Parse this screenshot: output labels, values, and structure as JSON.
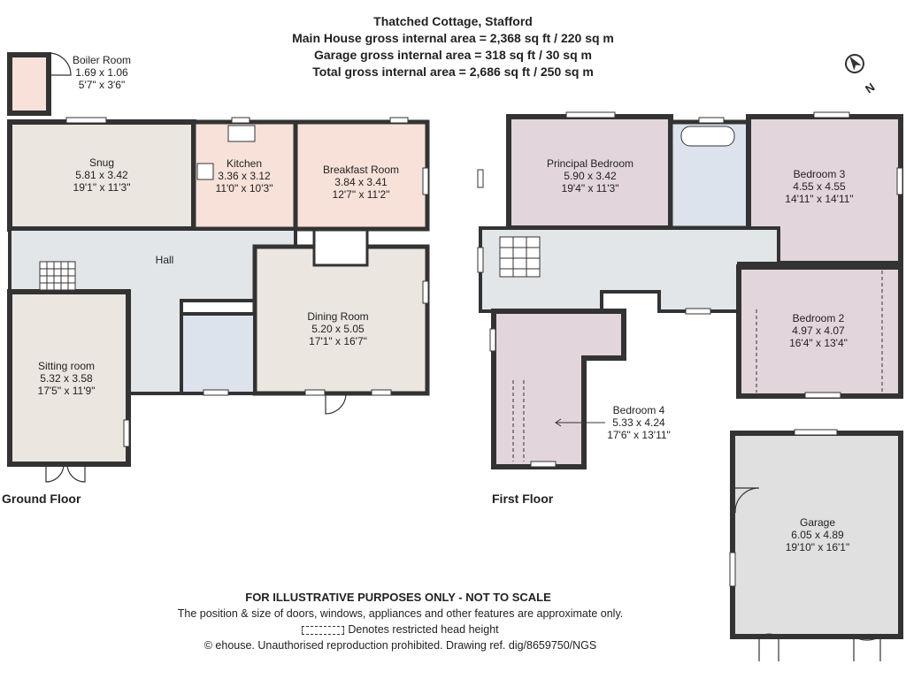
{
  "header": {
    "title": "Thatched Cottage, Stafford",
    "main_house": "Main House gross internal area = 2,368 sq ft / 220 sq m",
    "garage": "Garage gross internal area = 318 sq ft / 30 sq m",
    "total": "Total gross internal area = 2,686 sq ft / 250 sq m"
  },
  "compass": {
    "letter": "N",
    "icon": "north-compass-icon"
  },
  "floors": {
    "ground": "Ground Floor",
    "first": "First Floor"
  },
  "rooms": {
    "boiler": {
      "name": "Boiler Room",
      "metric": "1.69 x 1.06",
      "imperial": "5'7\" x 3'6\""
    },
    "snug": {
      "name": "Snug",
      "metric": "5.81 x 3.42",
      "imperial": "19'1\" x 11'3\""
    },
    "kitchen": {
      "name": "Kitchen",
      "metric": "3.36 x 3.12",
      "imperial": "11'0\" x 10'3\""
    },
    "breakfast": {
      "name": "Breakfast Room",
      "metric": "3.84 x 3.41",
      "imperial": "12'7\" x 11'2\""
    },
    "hall": {
      "name": "Hall"
    },
    "dining": {
      "name": "Dining Room",
      "metric": "5.20 x 5.05",
      "imperial": "17'1\" x 16'7\""
    },
    "sitting": {
      "name": "Sitting room",
      "metric": "5.32 x 3.58",
      "imperial": "17'5\" x 11'9\""
    },
    "principal": {
      "name": "Principal Bedroom",
      "metric": "5.90 x 3.42",
      "imperial": "19'4\" x 11'3\""
    },
    "bedroom3": {
      "name": "Bedroom 3",
      "metric": "4.55 x 4.55",
      "imperial": "14'11\" x 14'11\""
    },
    "bedroom2": {
      "name": "Bedroom 2",
      "metric": "4.97 x 4.07",
      "imperial": "16'4\" x 13'4\""
    },
    "bedroom4": {
      "name": "Bedroom 4",
      "metric": "5.33 x 4.24",
      "imperial": "17'6\" x 13'11\""
    },
    "garage": {
      "name": "Garage",
      "metric": "6.05 x 4.89",
      "imperial": "19'10\" x 16'1\""
    }
  },
  "footer": {
    "disclaimer": "FOR ILLUSTRATIVE PURPOSES ONLY - NOT TO SCALE",
    "position_note": "The position & size of doors, windows, appliances and other features are approximate only.",
    "legend": "Denotes restricted head height",
    "copyright": "© ehouse. Unauthorised reproduction prohibited. Drawing ref. dig/8659750/NGS"
  },
  "colors": {
    "wall": "#333333",
    "room_mauve": "#e3d5dc",
    "room_beige": "#ebe6df",
    "room_peach": "#f7e1d9",
    "room_blue": "#dde3ec",
    "hall_grey": "#e3e6e9",
    "garage_grey": "#e0e0e0"
  }
}
